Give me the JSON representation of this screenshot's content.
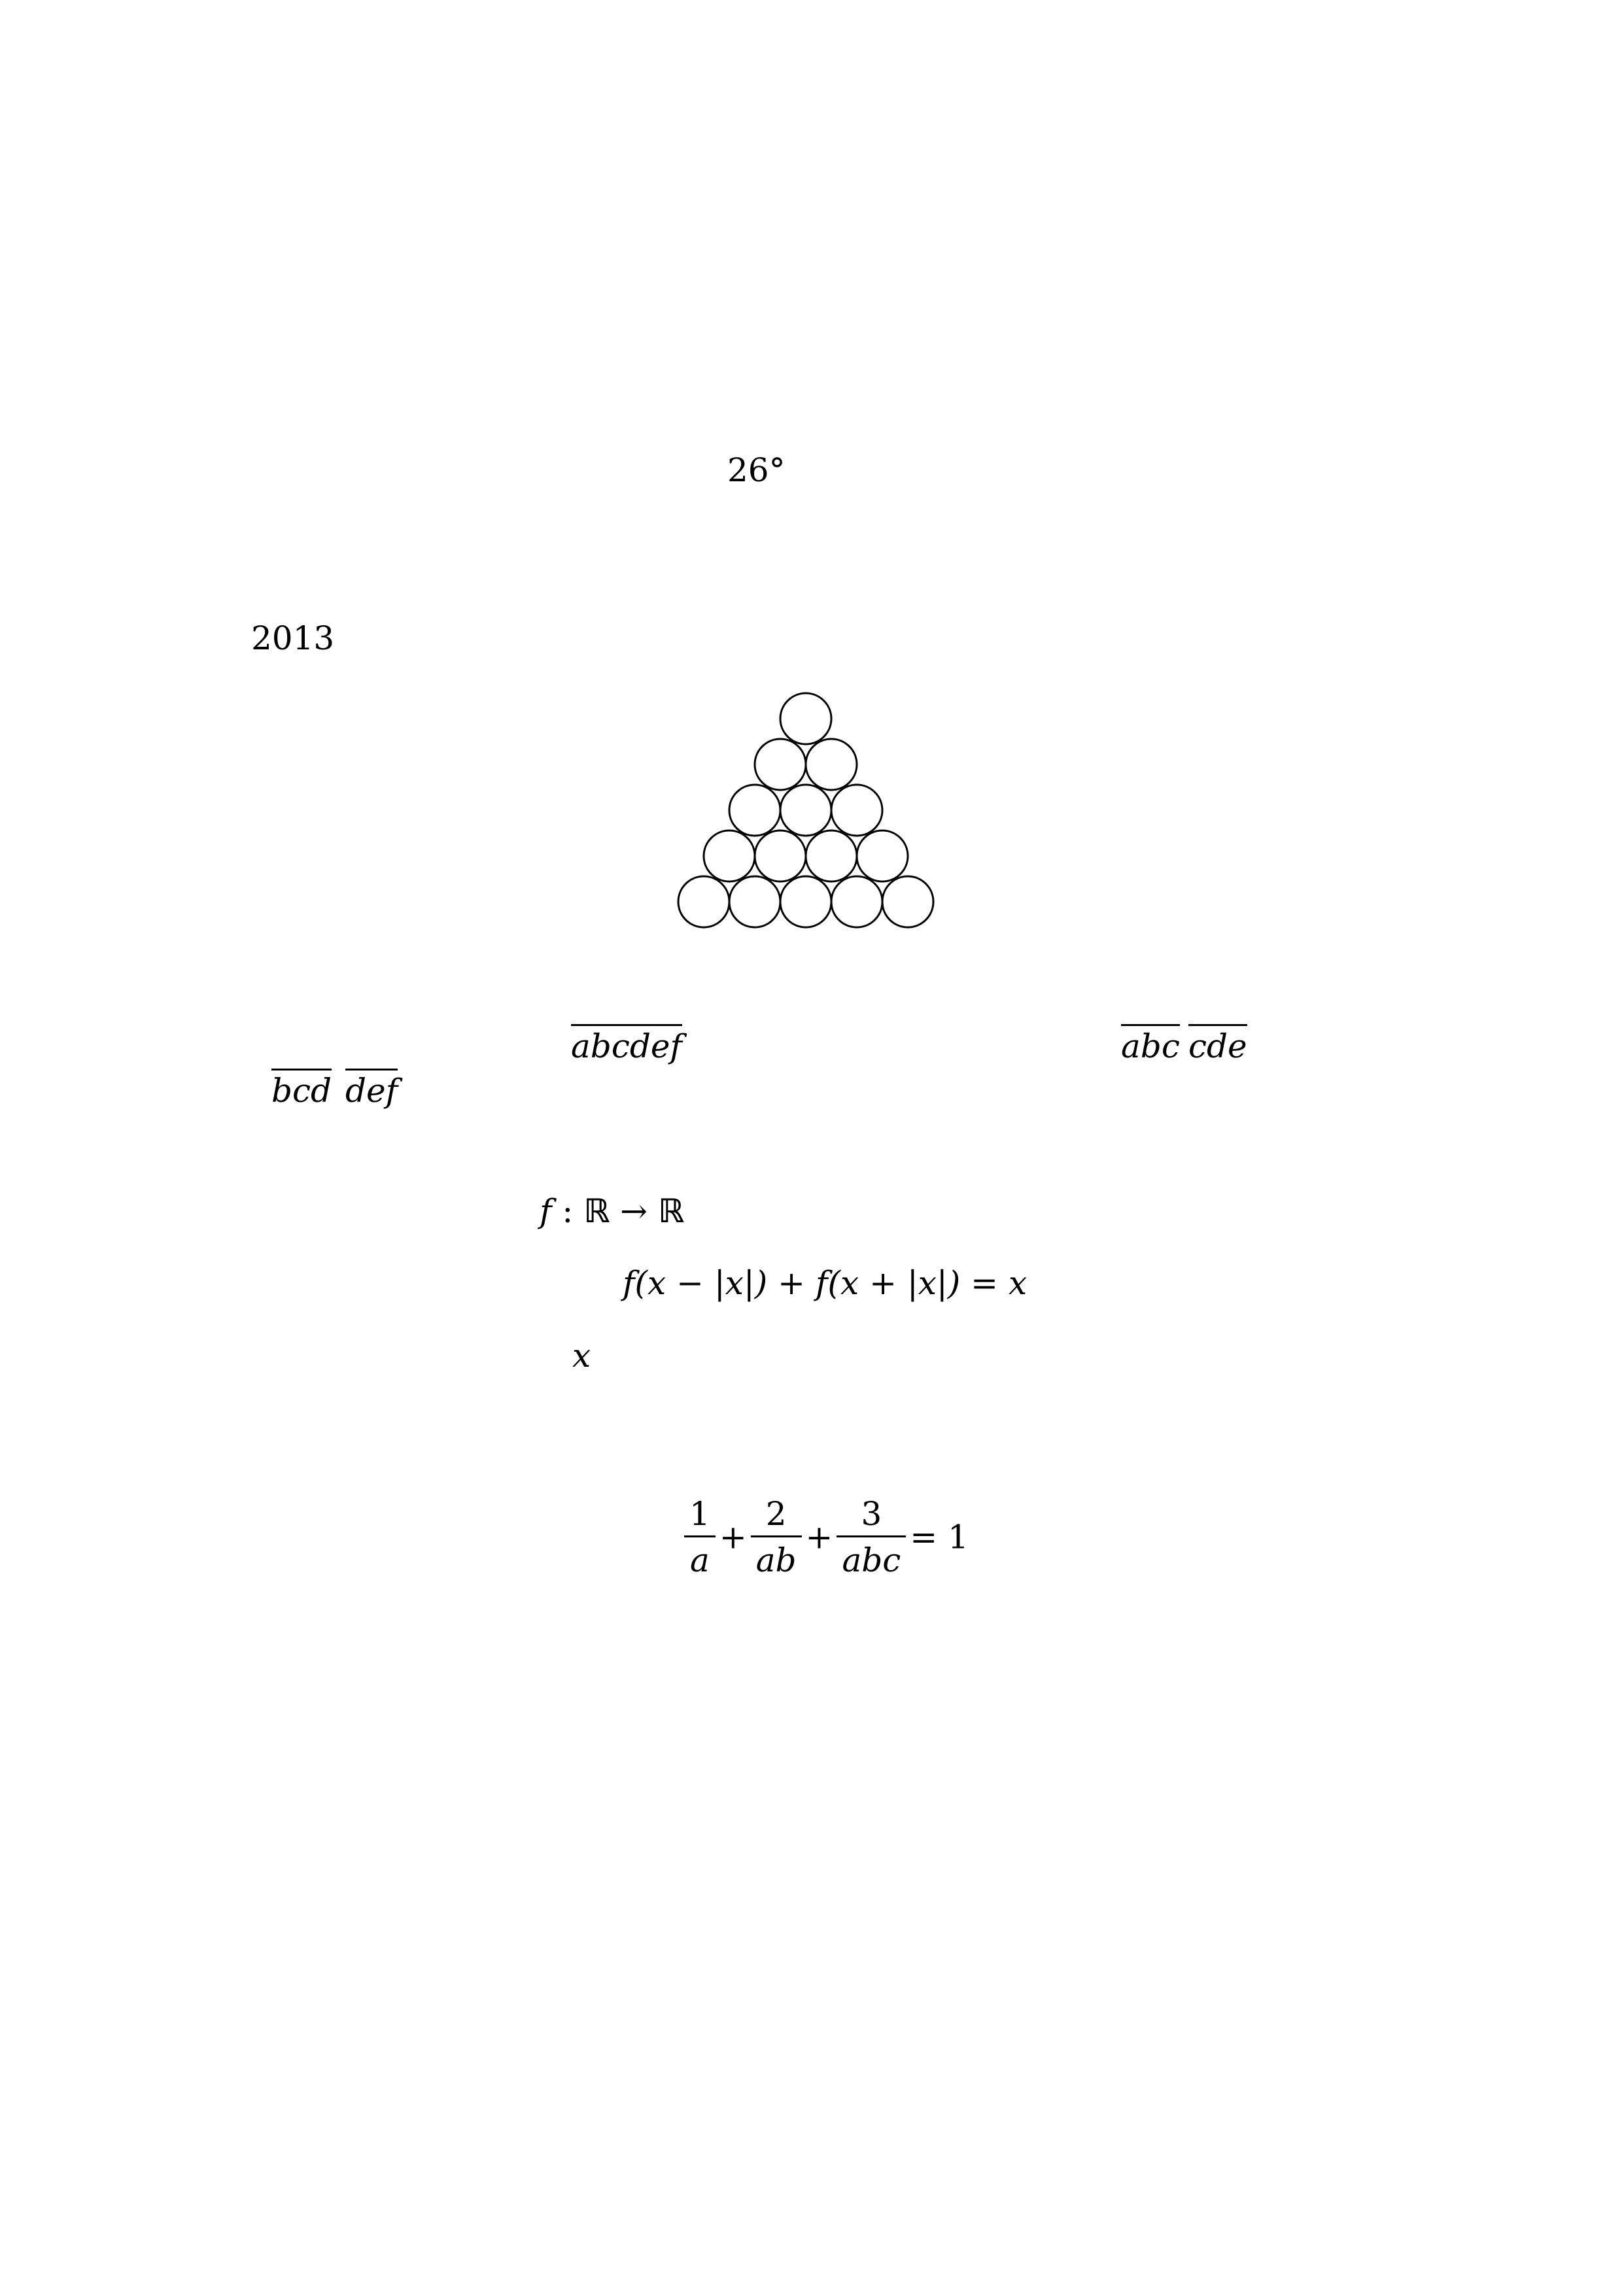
{
  "header": {
    "title": "26°"
  },
  "year": "2013",
  "problem2": {
    "number": "abcdef",
    "part1": "abc",
    "part2": "cde",
    "part3": "bcd",
    "part4": "def"
  },
  "problem3": {
    "mapping_f": "f",
    "mapping_colon": ":",
    "mapping_domain": "ℝ",
    "mapping_arrow": "→",
    "mapping_codomain": "ℝ",
    "equation": "f(x − |x|) + f(x + |x|) = x",
    "variable": "x"
  },
  "problem4": {
    "numerators": [
      "1",
      "2",
      "3"
    ],
    "denominators": [
      "a",
      "ab",
      "abc"
    ],
    "plus": "+",
    "rhs": "= 1"
  },
  "figure": {
    "type": "triangle-of-circles",
    "rows": 5,
    "stroke_color": "#000000"
  }
}
